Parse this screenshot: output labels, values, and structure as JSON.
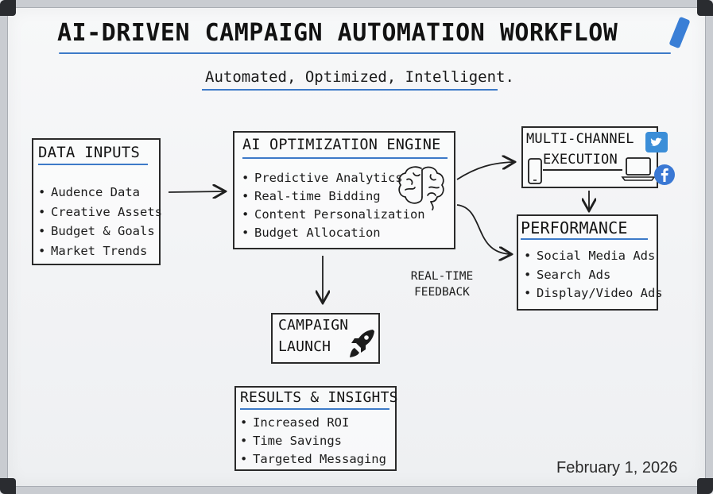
{
  "title": "AI-DRIVEN CAMPAIGN AUTOMATION WORKFLOW",
  "subtitle": "Automated, Optimized, Intelligent.",
  "boxes": {
    "data_inputs": {
      "title": "DATA INPUTS",
      "items": [
        "Audence Data",
        "Creative Assets",
        "Budget & Goals",
        "Market Trends"
      ]
    },
    "ai_engine": {
      "title": "AI OPTIMIZATION ENGINE",
      "items": [
        "Predictive Analytics",
        "Real-time Bidding",
        "Content Personalization",
        "Budget Allocation"
      ]
    },
    "multi_channel": {
      "title_line1": "MULTI-CHANNEL",
      "title_line2": "EXECUTION"
    },
    "performance": {
      "title": "PERFORMANCE",
      "items": [
        "Social Media Ads",
        "Search Ads",
        "Display/Video Ads"
      ]
    },
    "campaign_launch": {
      "title_line1": "CAMPAIGN",
      "title_line2": "LAUNCH"
    },
    "results": {
      "title": "RESULTS & INSIGHTS",
      "items": [
        "Increased ROI",
        "Time Savings",
        "Targeted Messaging"
      ]
    }
  },
  "feedback_label_line1": "REAL-TIME",
  "feedback_label_line2": "FEEDBACK",
  "date": "February 1, 2026",
  "colors": {
    "accent_blue": "#3d7ac8",
    "ink": "#1b1b1b",
    "twitter": "#3b8ed8",
    "facebook": "#3a78d4"
  },
  "icons": [
    "brain-icon",
    "phone-icon",
    "laptop-icon",
    "twitter-icon",
    "facebook-icon",
    "rocket-icon",
    "marker-icon"
  ]
}
